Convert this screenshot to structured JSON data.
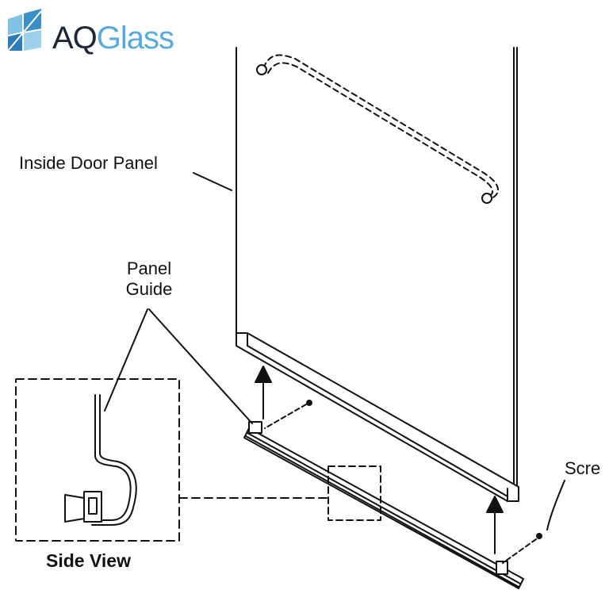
{
  "brand": {
    "part1": "AQ",
    "part2": "Glass"
  },
  "labels": {
    "inside_door_panel": "Inside Door Panel",
    "panel_guide_line1": "Panel",
    "panel_guide_line2": "Guide",
    "side_view": "Side View",
    "screw": "Scre"
  },
  "colors": {
    "brand_dark": "#1f2733",
    "brand_blue": "#5aa9d6",
    "line": "#111111"
  }
}
